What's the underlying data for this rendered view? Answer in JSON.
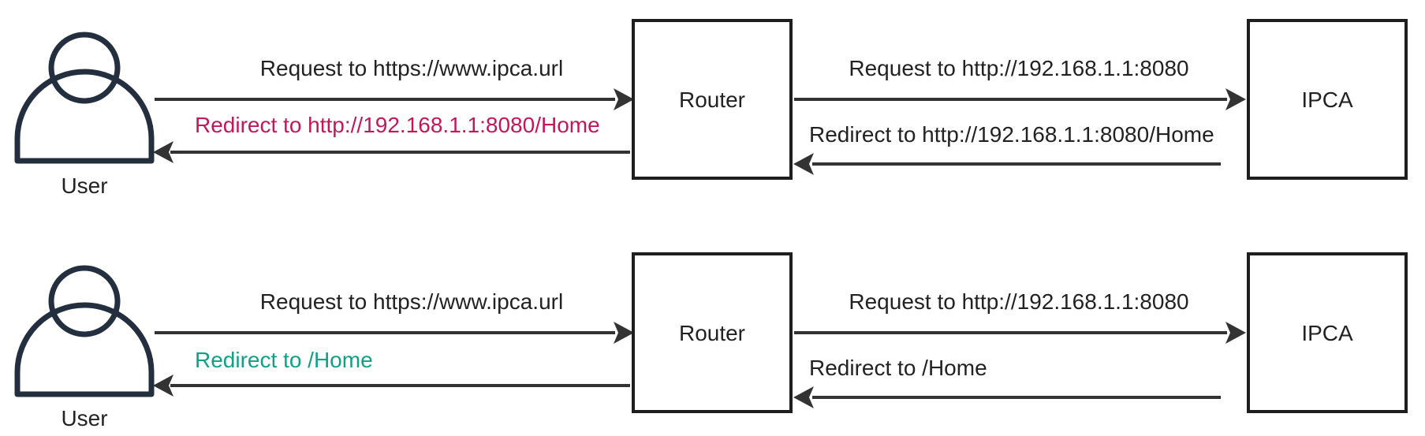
{
  "colors": {
    "text": "#222222",
    "arrow": "#333333",
    "box_stroke": "#1e1e1e",
    "user_icon": "#232f3e",
    "highlight_bad": "#c2185b",
    "highlight_good": "#12a085"
  },
  "flows": [
    {
      "user_label": "User",
      "router_label": "Router",
      "ipca_label": "IPCA",
      "user_to_router": "Request to https://www.ipca.url",
      "router_to_user": "Redirect to http://192.168.1.1:8080/Home",
      "router_to_ipca": "Request to http://192.168.1.1:8080",
      "ipca_to_router": "Redirect to http://192.168.1.1:8080/Home"
    },
    {
      "user_label": "User",
      "router_label": "Router",
      "ipca_label": "IPCA",
      "user_to_router": "Request to https://www.ipca.url",
      "router_to_user": "Redirect to /Home",
      "router_to_ipca": "Request to http://192.168.1.1:8080",
      "ipca_to_router": "Redirect to /Home"
    }
  ]
}
